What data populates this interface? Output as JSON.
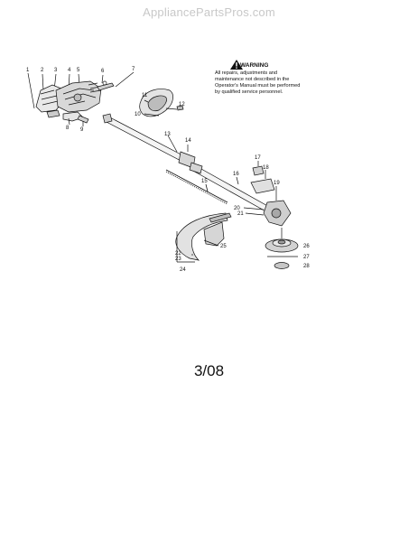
{
  "watermark": "AppliancePartsPros.com",
  "warning": {
    "title": "WARNING",
    "text": "All repairs, adjustments and maintenance not described in the Operator's Manual must be performed by qualified service personnel."
  },
  "diagram_code": "3/08",
  "part_labels": {
    "p1": "1",
    "p2": "2",
    "p3": "3",
    "p4": "4",
    "p5": "5",
    "p6": "6",
    "p7": "7",
    "p8": "8",
    "p9": "9",
    "p10": "10",
    "p11": "11",
    "p12": "12",
    "p13": "13",
    "p14": "14",
    "p15": "15",
    "p16": "16",
    "p17": "17",
    "p18": "18",
    "p19": "19",
    "p20": "20",
    "p21": "21",
    "p22": "22",
    "p23": "23",
    "p24": "24",
    "p25": "25",
    "p26": "26",
    "p27": "27",
    "p28": "28"
  }
}
